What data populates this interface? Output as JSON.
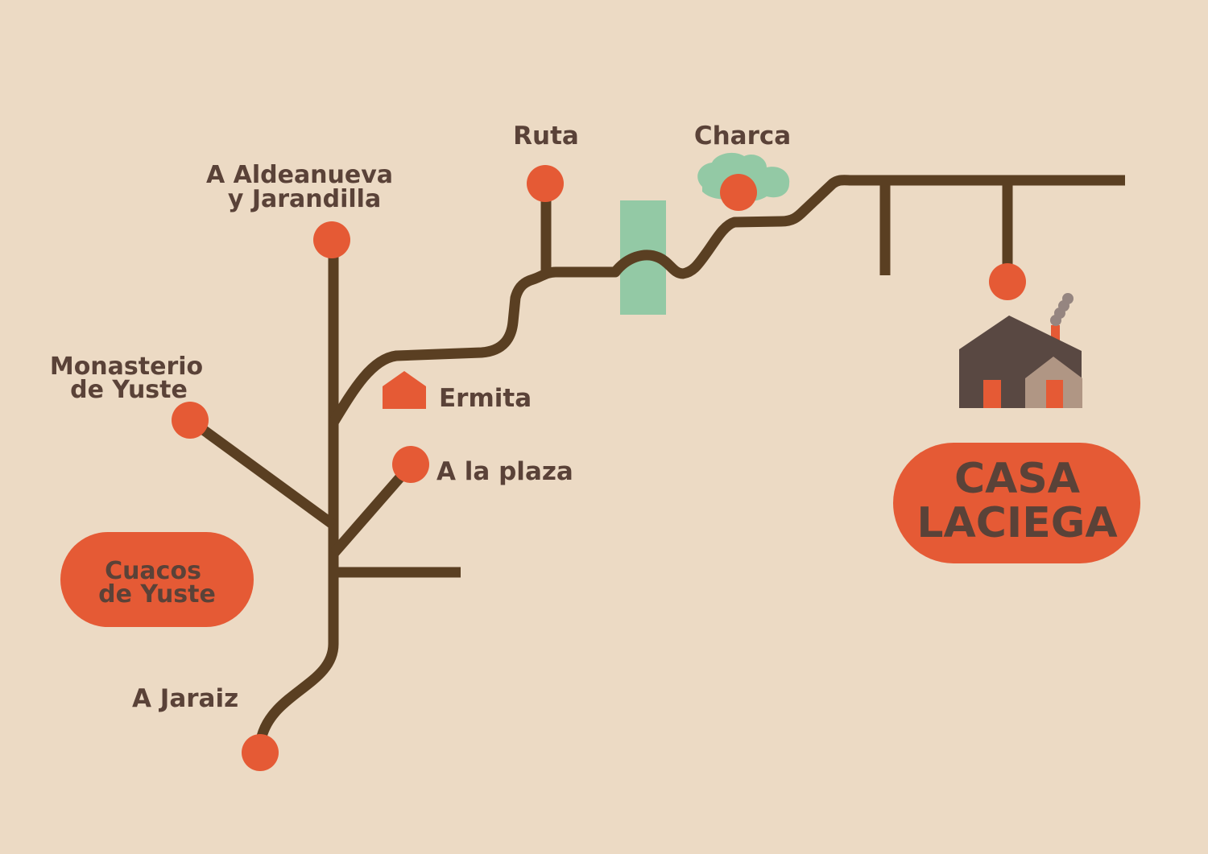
{
  "colors": {
    "background": "#ecdac4",
    "road": "#5a3f22",
    "marker": "#e55a35",
    "text": "#5a4238",
    "water": "#93c9a5",
    "house_dark": "#594842",
    "house_light": "#b09684",
    "smoke": "#958580"
  },
  "labels": {
    "ruta": "Ruta",
    "charca": "Charca",
    "aldeanueva_1": "A Aldeanueva",
    "aldeanueva_2": "y Jarandilla",
    "monasterio_1": "Monasterio",
    "monasterio_2": "de Yuste",
    "ermita": "Ermita",
    "plaza": "A la plaza",
    "jaraiz": "A Jaraiz",
    "cuacos_1": "Cuacos",
    "cuacos_2": "de Yuste",
    "casa_1": "CASA",
    "casa_2": "LACIEGA"
  },
  "icons": {
    "ermita": "chapel-icon",
    "casa": "house-icon",
    "charca": "pond-icon",
    "river": "river-icon",
    "marker": "location-marker"
  }
}
